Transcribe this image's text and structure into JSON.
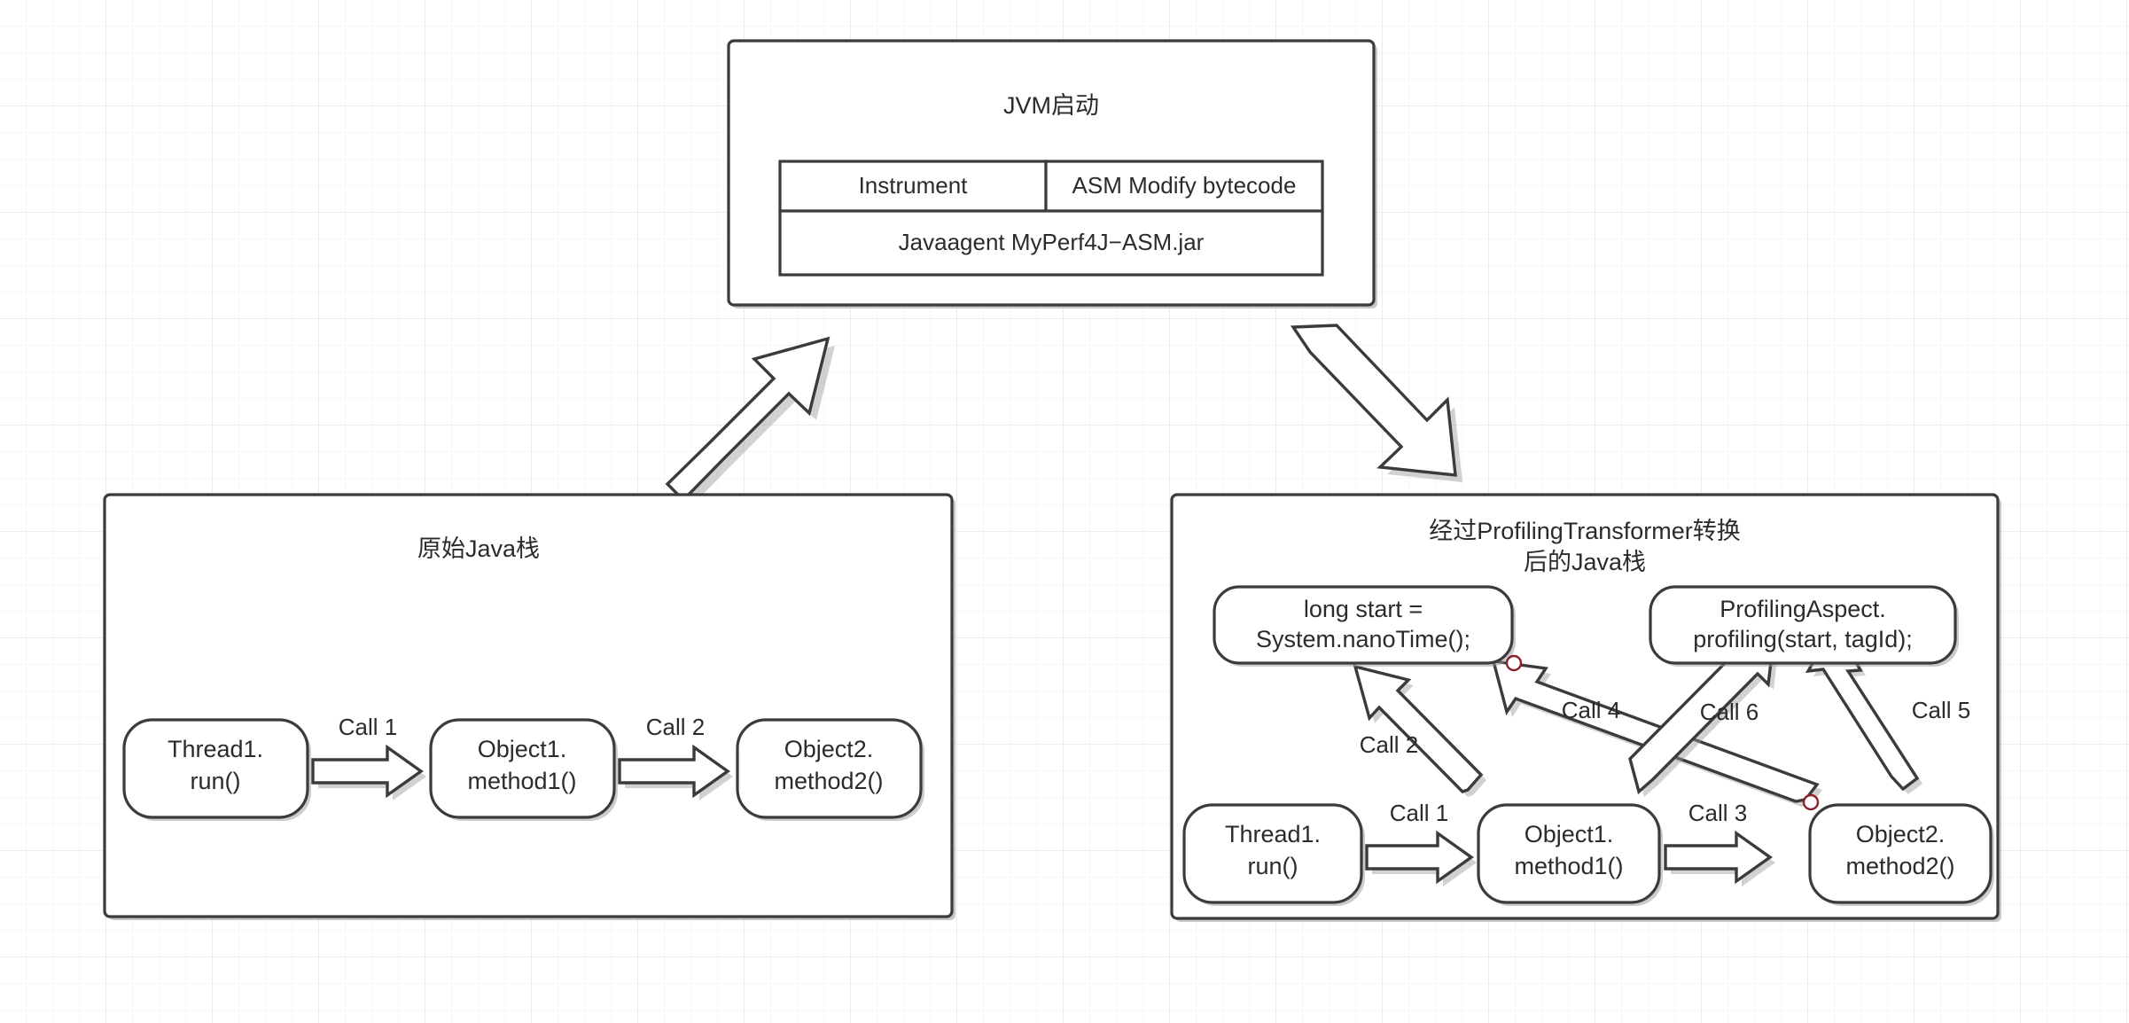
{
  "diagram": {
    "title_top": "JVM启动",
    "jvm_box": {
      "title": "JVM启动",
      "cells": [
        {
          "label": "Instrument"
        },
        {
          "label": "ASM Modify bytecode"
        }
      ],
      "footer_cell": {
        "label": "Javaagent MyPerf4J−ASM.jar"
      }
    },
    "left_panel": {
      "title": "原始Java栈",
      "nodes": [
        {
          "line1": "Thread1.",
          "line2": "run()"
        },
        {
          "line1": "Object1.",
          "line2": "method1()"
        },
        {
          "line1": "Object2.",
          "line2": "method2()"
        }
      ],
      "edges": [
        {
          "label": "Call 1"
        },
        {
          "label": "Call 2"
        }
      ]
    },
    "right_panel": {
      "title_line1": "经过ProfilingTransformer转换",
      "title_line2": "后的Java栈",
      "nodes": [
        {
          "line1": "long start =",
          "line2": "System.nanoTime();"
        },
        {
          "line1": "ProfilingAspect.",
          "line2": "profiling(start, tagId);"
        },
        {
          "line1": "Thread1.",
          "line2": "run()"
        },
        {
          "line1": "Object1.",
          "line2": "method1()"
        },
        {
          "line1": "Object2.",
          "line2": "method2()"
        }
      ],
      "edges": [
        {
          "label": "Call 1"
        },
        {
          "label": "Call 2"
        },
        {
          "label": "Call 3"
        },
        {
          "label": "Call 4"
        },
        {
          "label": "Call 5"
        },
        {
          "label": "Call 6"
        }
      ]
    },
    "connectors": [
      {
        "name": "up-right-arrow"
      },
      {
        "name": "down-right-arrow"
      }
    ],
    "colors": {
      "stroke": "#3b3b3b",
      "marker": "#8c1f2b",
      "grid_minor": "#f6f6f6",
      "grid_major": "#ececec",
      "background": "#ffffff"
    }
  }
}
